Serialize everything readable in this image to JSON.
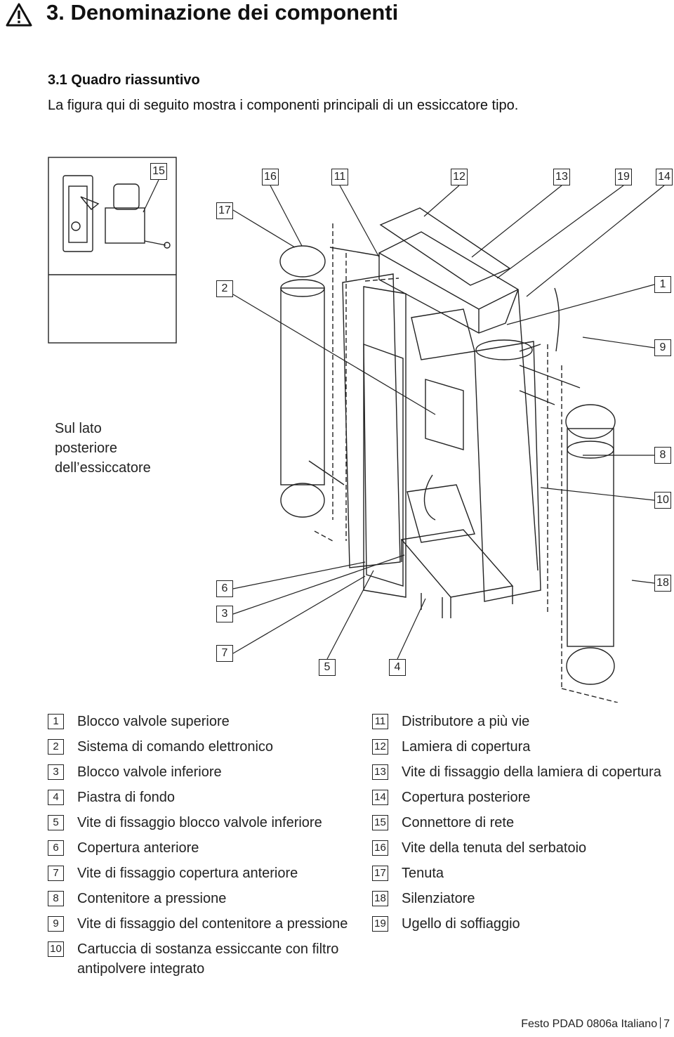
{
  "header": {
    "title": "3. Denominazione dei componenti",
    "icon": "warning-icon"
  },
  "section": {
    "subtitle": "3.1 Quadro riassuntivo",
    "intro": "La figura qui di seguito mostra i componenti principali di un essiccatore tipo."
  },
  "figure": {
    "inset_caption_lines": [
      "Sul lato",
      "posteriore",
      "dell’essiccatore"
    ],
    "callouts": [
      "15",
      "16",
      "11",
      "12",
      "13",
      "19",
      "14",
      "17",
      "2",
      "1",
      "9",
      "8",
      "10",
      "18",
      "6",
      "3",
      "7",
      "5",
      "4"
    ]
  },
  "legend_left": [
    {
      "num": "1",
      "text": "Blocco valvole superiore"
    },
    {
      "num": "2",
      "text": "Sistema di comando elettronico"
    },
    {
      "num": "3",
      "text": "Blocco valvole inferiore"
    },
    {
      "num": "4",
      "text": "Piastra di fondo"
    },
    {
      "num": "5",
      "text": "Vite di fissaggio blocco valvole inferiore"
    },
    {
      "num": "6",
      "text": "Copertura anteriore"
    },
    {
      "num": "7",
      "text": "Vite di fissaggio copertura anteriore"
    },
    {
      "num": "8",
      "text": "Contenitore a pressione"
    },
    {
      "num": "9",
      "text": "Vite di fissaggio del contenitore a pressione"
    },
    {
      "num": "10",
      "text": "Cartuccia di sostanza essiccante con filtro antipolvere integrato"
    }
  ],
  "legend_right": [
    {
      "num": "11",
      "text": "Distributore a più vie"
    },
    {
      "num": "12",
      "text": "Lamiera di copertura"
    },
    {
      "num": "13",
      "text": "Vite di fissaggio della lamiera di copertura"
    },
    {
      "num": "14",
      "text": "Copertura posteriore"
    },
    {
      "num": "15",
      "text": "Connettore di rete"
    },
    {
      "num": "16",
      "text": "Vite della tenuta del serbatoio"
    },
    {
      "num": "17",
      "text": "Tenuta"
    },
    {
      "num": "18",
      "text": "Silenziatore"
    },
    {
      "num": "19",
      "text": "Ugello di soffiaggio"
    }
  ],
  "footer": {
    "left": "Festo PDAD 0806a Italiano",
    "page": "7"
  }
}
